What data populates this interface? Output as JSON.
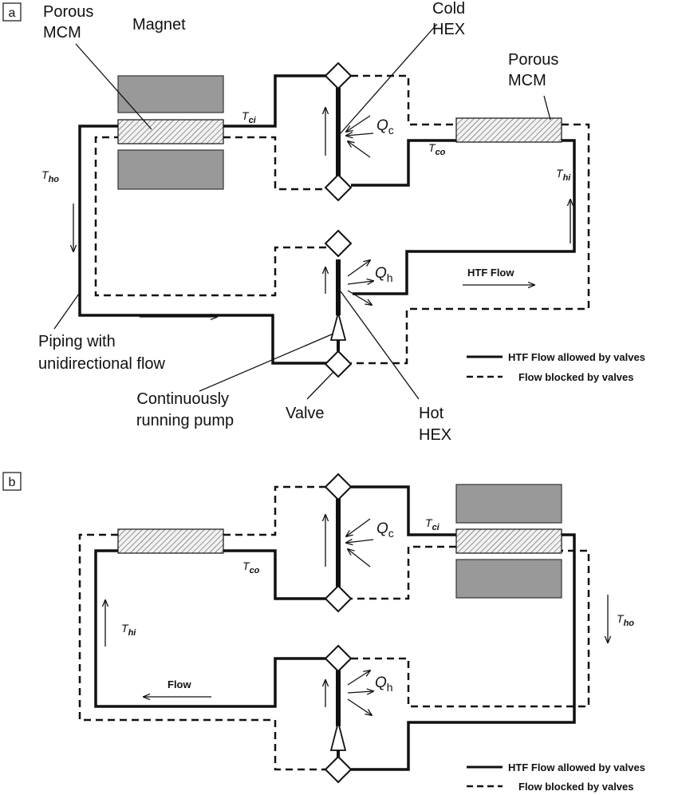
{
  "panel_a": {
    "panel_label": "a",
    "porous_mcm_left": [
      "Porous",
      "MCM"
    ],
    "magnet": "Magnet",
    "cold_hex": [
      "Cold",
      "HEX"
    ],
    "porous_mcm_right": [
      "Porous",
      "MCM"
    ],
    "t_ci": {
      "base": "T",
      "sub": "ci"
    },
    "q_c": {
      "base": "Q",
      "sub": "c"
    },
    "t_co": {
      "base": "T",
      "sub": "co"
    },
    "t_ho": {
      "base": "T",
      "sub": "ho"
    },
    "t_hi": {
      "base": "T",
      "sub": "hi"
    },
    "q_h": {
      "base": "Q",
      "sub": "h"
    },
    "htf_flow": "HTF Flow",
    "piping": [
      "Piping with",
      "unidirectional flow"
    ],
    "pump": [
      "Continuously",
      "running pump"
    ],
    "valve": "Valve",
    "hot_hex": [
      "Hot",
      "HEX"
    ],
    "legend_solid": "HTF Flow allowed by valves",
    "legend_dashed": "Flow blocked by valves"
  },
  "panel_b": {
    "panel_label": "b",
    "t_ci": {
      "base": "T",
      "sub": "ci"
    },
    "q_c": {
      "base": "Q",
      "sub": "c"
    },
    "t_co": {
      "base": "T",
      "sub": "co"
    },
    "t_hi": {
      "base": "T",
      "sub": "hi"
    },
    "t_ho": {
      "base": "T",
      "sub": "ho"
    },
    "q_h": {
      "base": "Q",
      "sub": "h"
    },
    "flow": "Flow",
    "legend_solid": "HTF Flow allowed by valves",
    "legend_dashed": "Flow blocked by valves"
  }
}
